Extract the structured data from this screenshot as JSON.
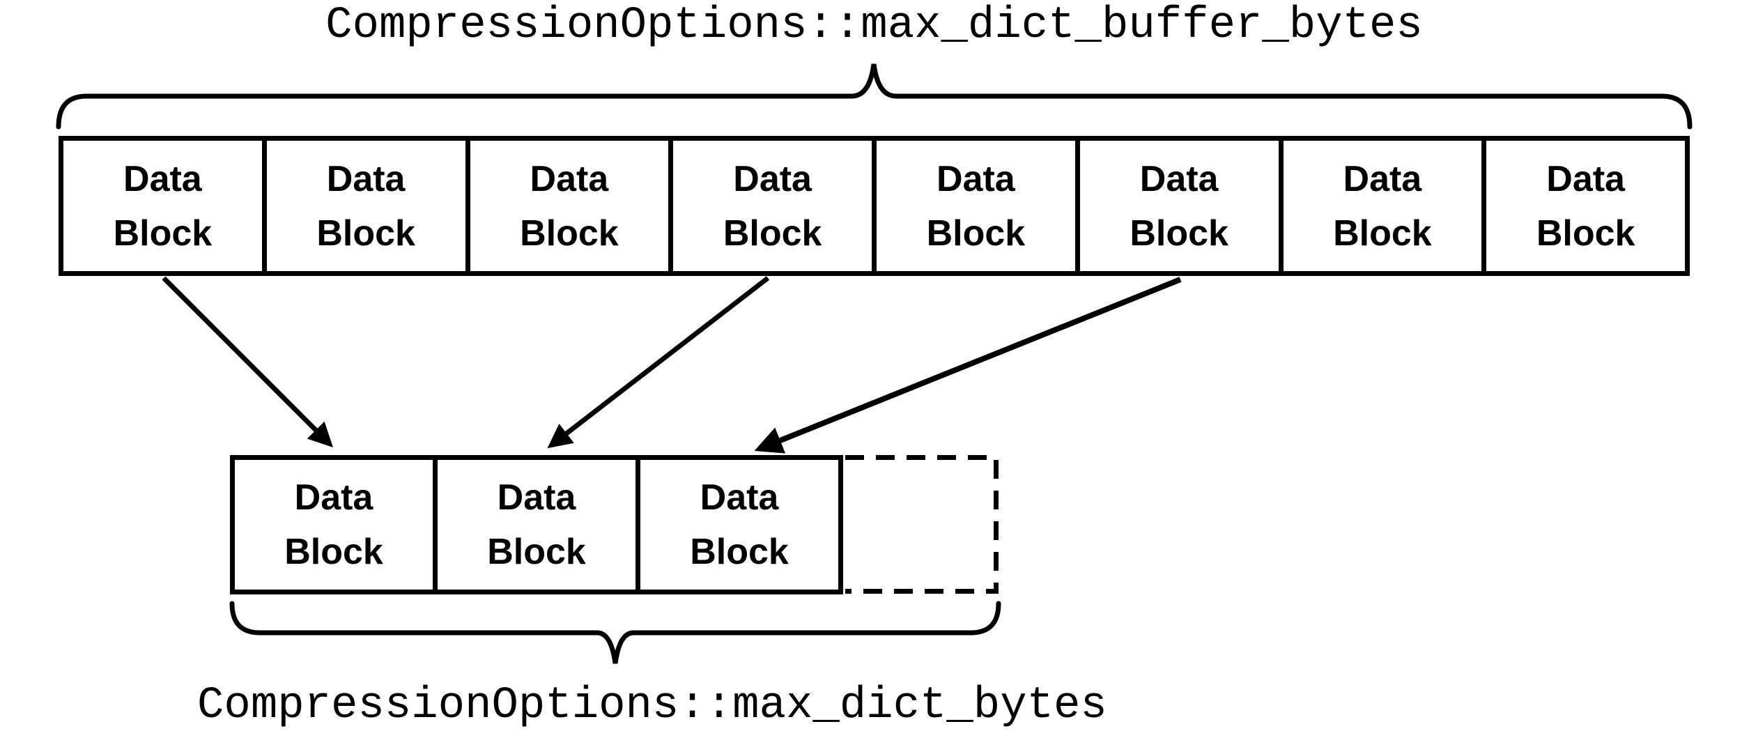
{
  "labels": {
    "buffer_bytes": "CompressionOptions::max_dict_buffer_bytes",
    "dict_bytes": "CompressionOptions::max_dict_bytes"
  },
  "top_row": {
    "blocks": [
      {
        "line1": "Data",
        "line2": "Block"
      },
      {
        "line1": "Data",
        "line2": "Block"
      },
      {
        "line1": "Data",
        "line2": "Block"
      },
      {
        "line1": "Data",
        "line2": "Block"
      },
      {
        "line1": "Data",
        "line2": "Block"
      },
      {
        "line1": "Data",
        "line2": "Block"
      },
      {
        "line1": "Data",
        "line2": "Block"
      },
      {
        "line1": "Data",
        "line2": "Block"
      }
    ]
  },
  "bottom_row": {
    "blocks": [
      {
        "line1": "Data",
        "line2": "Block"
      },
      {
        "line1": "Data",
        "line2": "Block"
      },
      {
        "line1": "Data",
        "line2": "Block"
      }
    ],
    "has_dashed_placeholder": true
  },
  "arrows": {
    "count": 3,
    "from_top_blocks": [
      1,
      4,
      6
    ],
    "to_bottom_blocks": [
      1,
      2,
      3
    ]
  },
  "colors": {
    "line": "#000000",
    "text": "#000000",
    "background": "#ffffff"
  }
}
